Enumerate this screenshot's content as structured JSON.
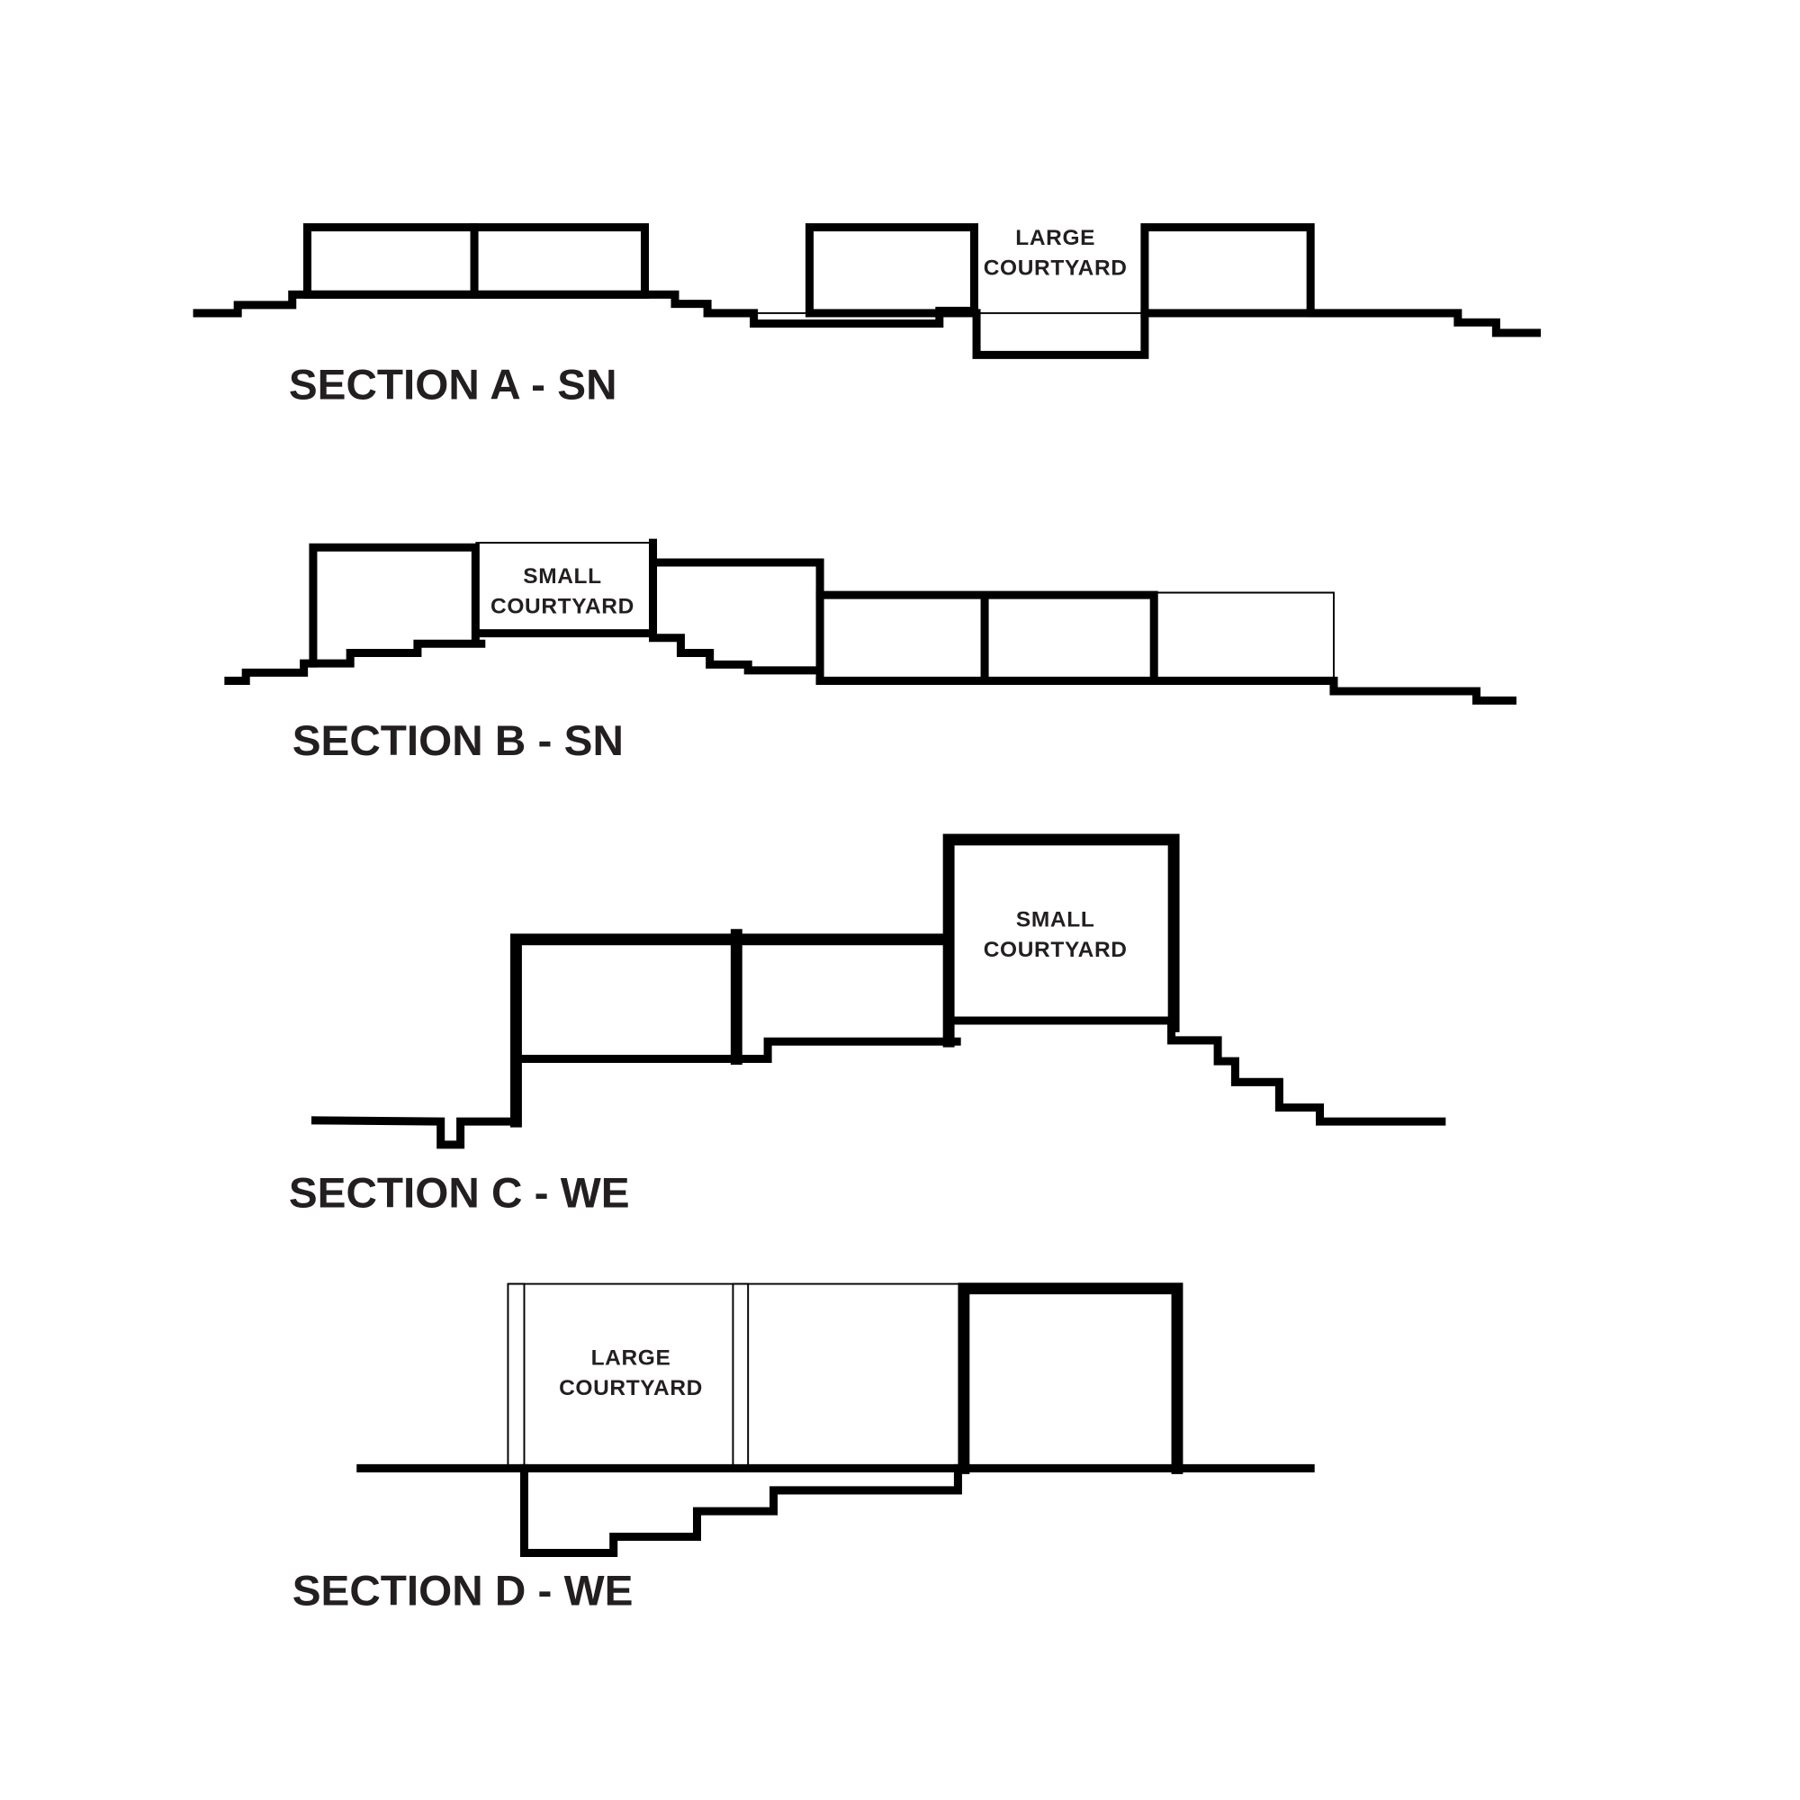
{
  "sections": [
    {
      "title": "SECTION A - SN",
      "rooms": [
        {
          "line1": "LARGE",
          "line2": "COURTYARD"
        }
      ]
    },
    {
      "title": "SECTION B - SN",
      "rooms": [
        {
          "line1": "SMALL",
          "line2": "COURTYARD"
        }
      ]
    },
    {
      "title": "SECTION C - WE",
      "rooms": [
        {
          "line1": "SMALL",
          "line2": "COURTYARD"
        }
      ]
    },
    {
      "title": "SECTION D - WE",
      "rooms": [
        {
          "line1": "LARGE",
          "line2": "COURTYARD"
        }
      ]
    }
  ]
}
